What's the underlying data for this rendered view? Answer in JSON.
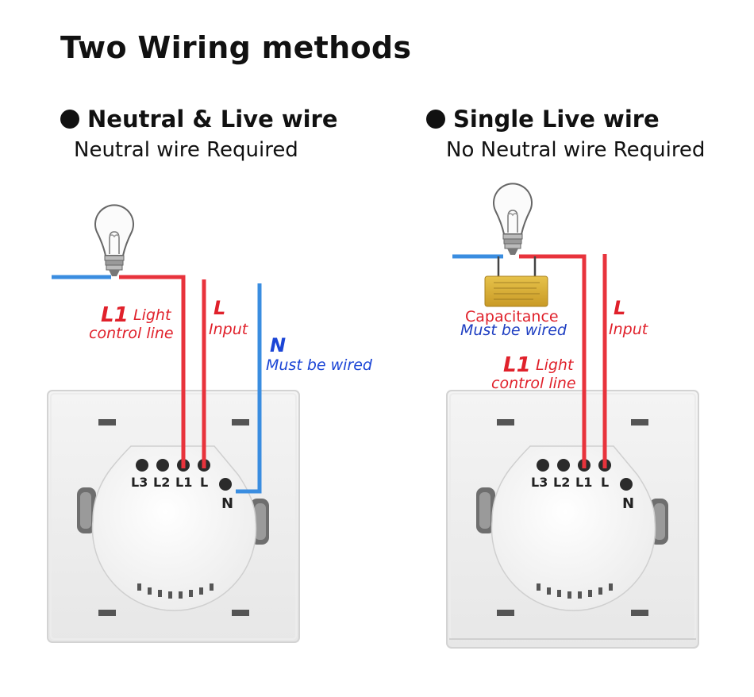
{
  "title": "Two Wiring methods",
  "left": {
    "heading": "Neutral & Live wire",
    "subheading": "Neutral wire Required",
    "l1_code": "L1",
    "l1_desc_1": "Light",
    "l1_desc_2": "control line",
    "l_code": "L",
    "l_desc": "Input",
    "n_code": "N",
    "n_desc": "Must be wired",
    "terminals": [
      "L3",
      "L2",
      "L1",
      "L"
    ],
    "neutral_terminal": "N"
  },
  "right": {
    "heading": "Single Live wire",
    "subheading": "No Neutral wire Required",
    "capacitance_label": "Capacitance",
    "capacitance_note": "Must be wired",
    "l1_code": "L1",
    "l1_desc_1": "Light",
    "l1_desc_2": "control line",
    "l_code": "L",
    "l_desc": "Input",
    "terminals": [
      "L3",
      "L2",
      "L1",
      "L"
    ],
    "neutral_terminal": "N"
  },
  "colors": {
    "live": "#e8333c",
    "neutral": "#3a8de0",
    "label_red": "#e0212b",
    "label_blue": "#1b45d6",
    "capacitor": "#d9b23a"
  },
  "icons": [
    "bulb-icon",
    "capacitor-icon",
    "switch-plate-icon"
  ]
}
